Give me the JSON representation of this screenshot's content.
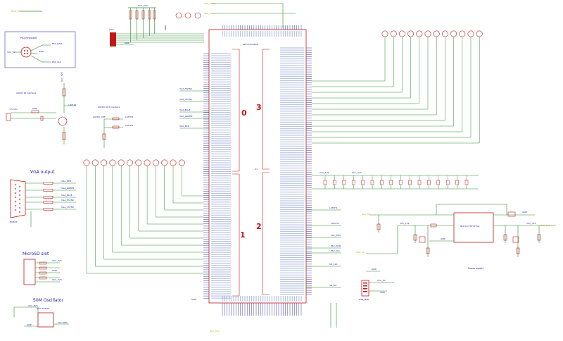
{
  "colors": {
    "wire": "#2e8b2e",
    "part": "#c01818",
    "pin": "#3a3a9a",
    "net": "#1a1aaa",
    "box": "#5555bb",
    "title": "#1a1aaa",
    "netlabel_yellow": "#b9a400"
  },
  "top": {
    "vcc_5v_left": "VCC_5V",
    "vcc_3v3": "VCC_3V3",
    "gnd": "GND",
    "vcc_core": "VCC_CORE",
    "vcc_1v2": "VCC_1V2",
    "jtag": "JTAG"
  },
  "ps2": {
    "title": "PS2 keyboard",
    "data": "PS2_DATA",
    "clk": "PS2_CLK",
    "gnd": "GND",
    "vcc": "VCC_5V"
  },
  "audio_in": {
    "title": "AUDIO IN interface",
    "vcc": "VCC_3V3",
    "line_in": "LINE_IN",
    "gnd": "GND",
    "in": "3.5 mm"
  },
  "audio_out": {
    "title": "AUDIO OUT interface",
    "out": "AUDIO_OUT",
    "l": "LATCH1",
    "r": "LATCH4"
  },
  "vga": {
    "title": "VGA output",
    "red": "VGA_RED",
    "green": "VGA_GREEN",
    "blue": "VGA_BLUE",
    "hsync": "VGA_HSYNC",
    "vsync": "VGA_VSYNC",
    "connector": "HDB15"
  },
  "sd": {
    "title": "MicroSD slot",
    "vcc": "VCC_3V3",
    "gnd": "GND"
  },
  "osc": {
    "title": "50M Oscillator",
    "part": "SCO-2050M",
    "vcc": "VCC_3V3",
    "clk": "CLK_50M",
    "gnd": "GND"
  },
  "fpga": {
    "part": "EP2C5Q208C8",
    "bank0": "0",
    "bank1": "1",
    "bank2": "2",
    "bank3": "3",
    "ref": "U1",
    "gnd": "GND"
  },
  "fpga_nets": {
    "vga_hsync": "VGA_HSYNC",
    "vga_vsync": "VGA_VSYNC",
    "vga_blue": "VGA_BLUE",
    "vga_green": "VGA_GREEN",
    "vga_red": "VGA_RED",
    "latch1": "LATCH1",
    "latch4": "LATCH4",
    "clk_50m": "CLK_50M",
    "ps2_data": "PS2_DATA",
    "ps2_clk": "PS2_CLK",
    "sd_clk": "SD_CLK",
    "sd_do": "SD_DO"
  },
  "power": {
    "title": "Power supply",
    "regulator": "NCP1117ST33T3G",
    "vcc_1v2": "VCC_1V2",
    "vcc_3v3": "VCC_3V3",
    "vcc_5v": "VCC_5V",
    "gnd": "GND",
    "vin": "VCC_5V"
  },
  "usb": {
    "vcc": "VCC_5V",
    "gnd": "GND",
    "part": "USB_MINI"
  }
}
